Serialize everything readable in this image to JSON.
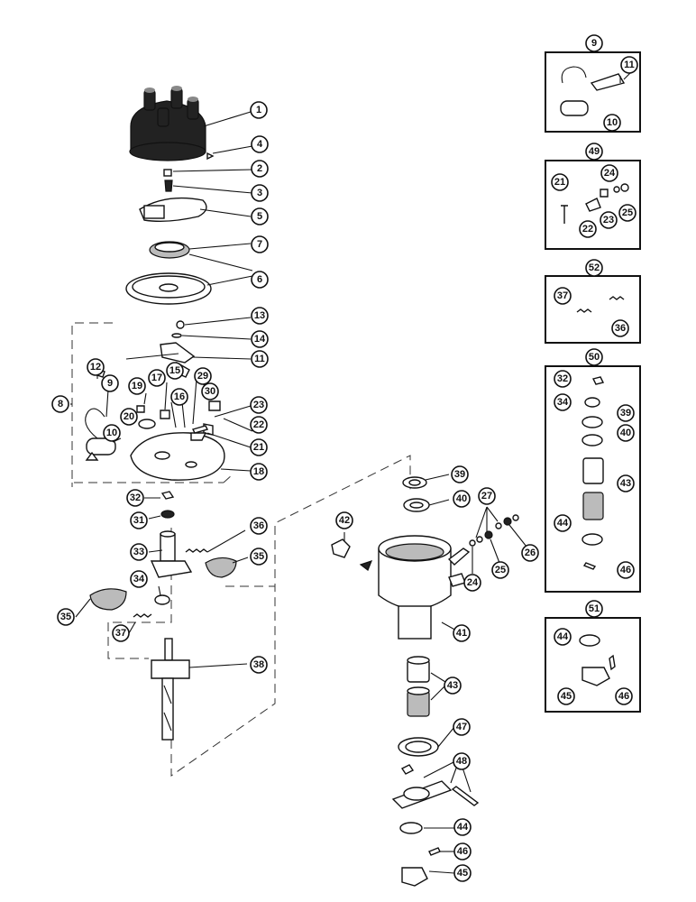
{
  "insets": [
    {
      "name": "inset-9",
      "label": "9"
    },
    {
      "name": "inset-49",
      "label": "49"
    },
    {
      "name": "inset-52",
      "label": "52"
    },
    {
      "name": "inset-50",
      "label": "50"
    },
    {
      "name": "inset-51",
      "label": "51"
    }
  ],
  "callouts": {
    "main": [
      "1",
      "4",
      "2",
      "3",
      "5",
      "7",
      "6",
      "13",
      "14",
      "11",
      "12",
      "9",
      "8",
      "17",
      "15",
      "29",
      "30",
      "19",
      "16",
      "23",
      "20",
      "22",
      "10",
      "21",
      "18",
      "32",
      "31",
      "36",
      "33",
      "35",
      "34",
      "35",
      "37",
      "38",
      "39",
      "40",
      "42",
      "27",
      "26",
      "25",
      "24",
      "41",
      "43",
      "47",
      "48",
      "44",
      "46",
      "45"
    ],
    "inset9": [
      "11",
      "10"
    ],
    "inset49": [
      "24",
      "21",
      "23",
      "25",
      "22"
    ],
    "inset52": [
      "37",
      "36"
    ],
    "inset50": [
      "32",
      "34",
      "39",
      "40",
      "43",
      "44",
      "46"
    ],
    "inset51": [
      "44",
      "45",
      "46"
    ]
  },
  "colors": {
    "ink": "#111111",
    "paper": "#ffffff",
    "shade": "#222222"
  }
}
